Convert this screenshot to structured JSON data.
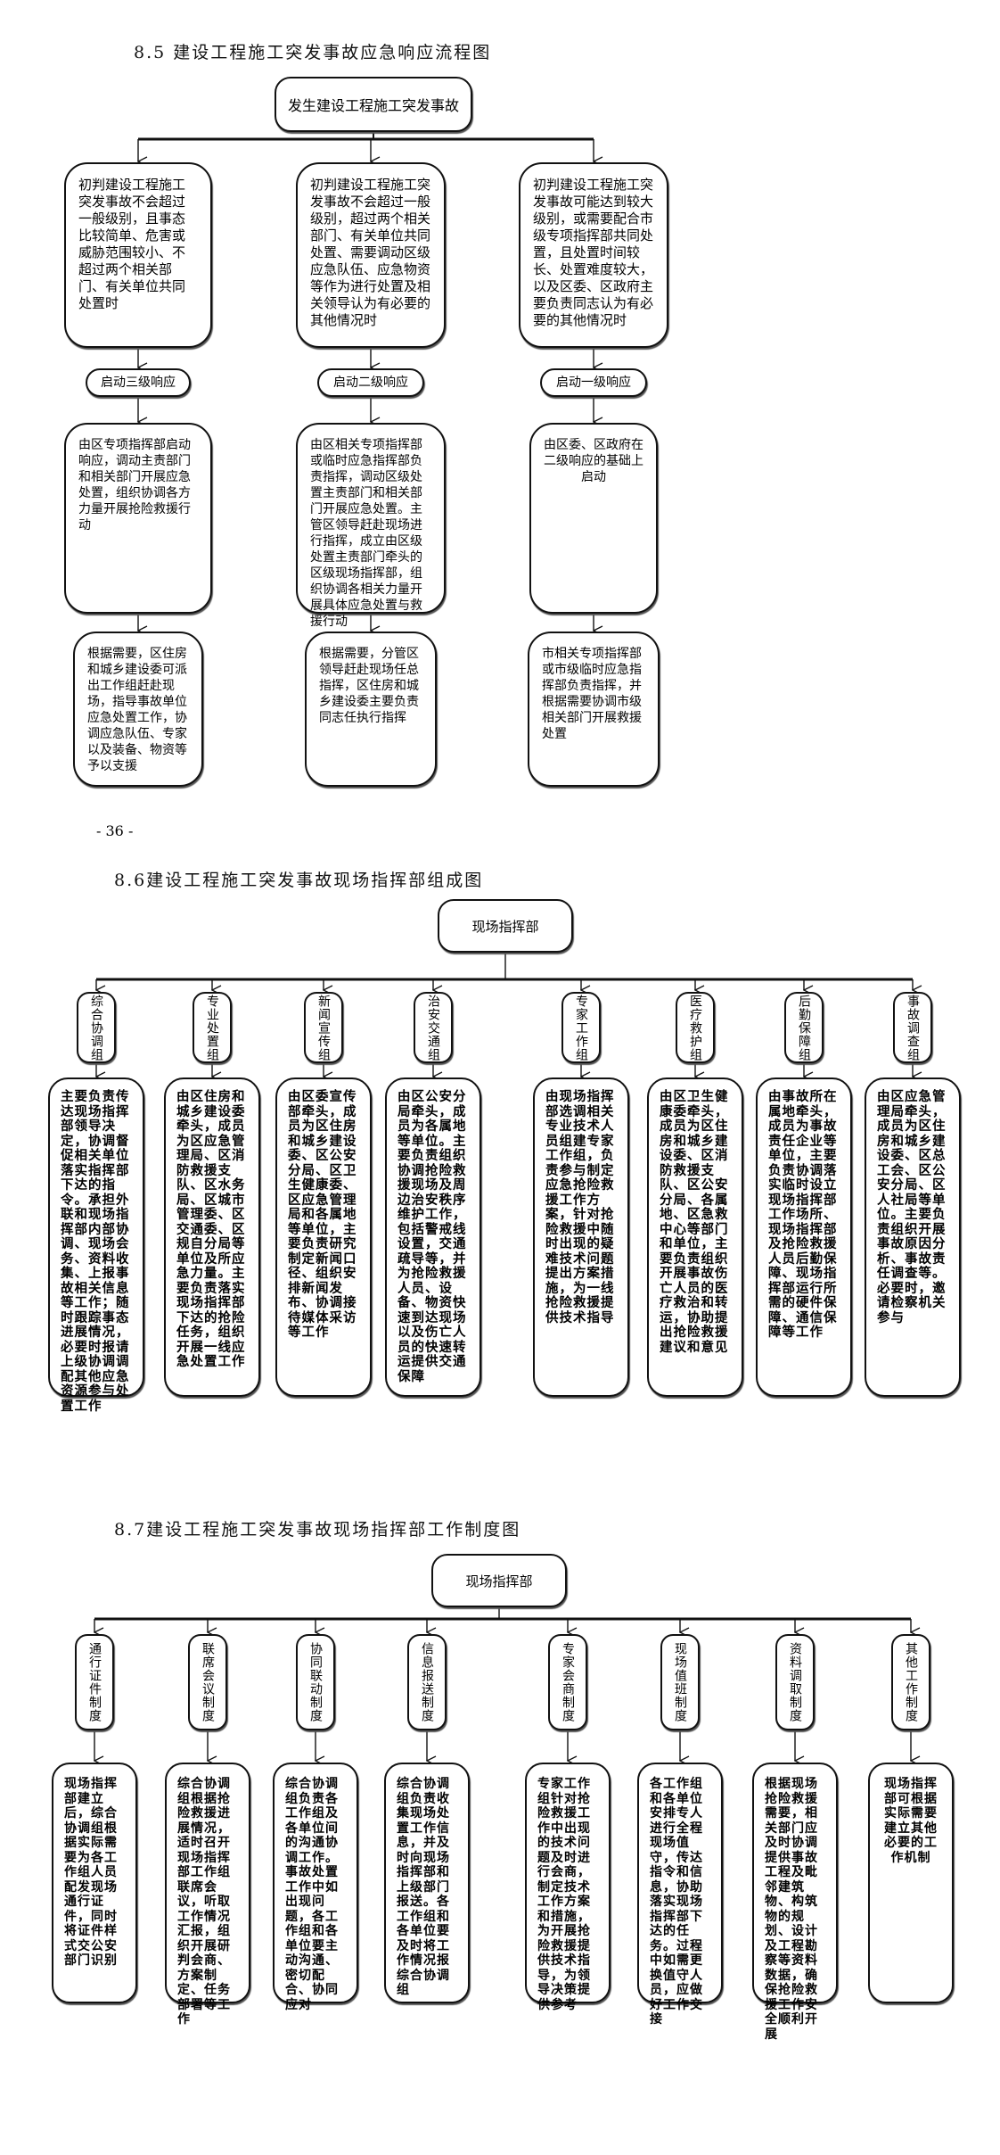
{
  "section_85": {
    "title": "8.5 建设工程施工突发事故应急响应流程图",
    "root": "发生建设工程施工突发事故",
    "columns": [
      {
        "judgement": "初判建设工程施工突发事故不会超过一般级别，且事态比较简单、危害或威胁范围较小、不超过两个相关部门、有关单位共同处置时",
        "level": "启动三级响应",
        "action": "由区专项指挥部启动响应，调动主责部门和相关部门开展应急处置，组织协调各方力量开展抢险救援行动",
        "support": "根据需要，区住房和城乡建设委可派出工作组赶赴现场，指导事故单位应急处置工作，协调应急队伍、专家以及装备、物资等予以支援"
      },
      {
        "judgement": "初判建设工程施工突发事故不会超过一般级别，超过两个相关部门、有关单位共同处置、需要调动区级应急队伍、应急物资等作为进行处置及相关领导认为有必要的其他情况时",
        "level": "启动二级响应",
        "action": "由区相关专项指挥部或临时应急指挥部负责指挥，调动区级处置主责部门和相关部门开展应急处置。主管区领导赶赴现场进行指挥，成立由区级处置主责部门牵头的区级现场指挥部，组织协调各相关力量开展具体应急处置与救援行动",
        "support": "根据需要，分管区领导赶赴现场任总指挥，区住房和城乡建设委主要负责同志任执行指挥"
      },
      {
        "judgement": "初判建设工程施工突发事故可能达到较大级别，或需要配合市级专项指挥部共同处置，且处置时间较长、处置难度较大，以及区委、区政府主要负责同志认为有必要的其他情况时",
        "level": "启动一级响应",
        "action": "由区委、区政府在二级响应的基础上启动",
        "support": "市相关专项指挥部或市级临时应急指挥部负责指挥，并根据需要协调市级相关部门开展救援处置"
      }
    ]
  },
  "page_number": "- 36 -",
  "section_86": {
    "title": "8.6建设工程施工突发事故现场指挥部组成图",
    "root": "现场指挥部",
    "groups": [
      {
        "name": "综合协调组",
        "desc": "主要负责传达现场指挥部领导决定，协调督促相关单位落实指挥部下达的指令。承担外联和现场指挥部内部协调、现场会务、资料收集、上报事故相关信息等工作；随时跟踪事态进展情况，必要时报请上级协调调配其他应急资源参与处置工作"
      },
      {
        "name": "专业处置组",
        "desc": "由区住房和城乡建设委牵头，成员为区应急管理局、区消防救援支队、区水务局、区城市管理委、区交通委、区规自分局等单位及所应急力量。主要负责落实现场指挥部下达的抢险任务，组织开展一线应急处置工作"
      },
      {
        "name": "新闻宣传组",
        "desc": "由区委宣传部牵头，成员为区住房和城乡建设委、区公安分局、区卫生健康委、区应急管理局和各属地等单位，主要负责研究制定新闻口径、组织安排新闻发布、协调接待媒体采访等工作"
      },
      {
        "name": "治安交通组",
        "desc": "由区公安分局牵头，成员为各属地等单位。主要负责组织协调抢险救援现场及周边治安秩序维护工作，包括警戒线设置，交通疏导等，并为抢险救援人员、设备、物资快速到达现场以及伤亡人员的快速转运提供交通保障"
      },
      {
        "name": "专家工作组",
        "desc": "由现场指挥部选调相关专业技术人员组建专家工作组，负责参与制定应急抢险救援工作方案，针对抢险救援中随时出现的疑难技术问题提出方案措施，为一线抢险救援提供技术指导"
      },
      {
        "name": "医疗救护组",
        "desc": "由区卫生健康委牵头，成员为区住房和城乡建设委、区消防救援支队、区公安分局、各属地、区急救中心等部门和单位，主要负责组织开展事故伤亡人员的医疗救治和转运，协助提出抢险救援建议和意见"
      },
      {
        "name": "后勤保障组",
        "desc": "由事故所在属地牵头，成员为事故责任企业等单位，主要负责协调落实临时设立现场指挥部工作场所、现场指挥部及抢险救援人员后勤保障、现场指挥部运行所需的硬件保障、通信保障等工作"
      },
      {
        "name": "事故调查组",
        "desc": "由区应急管理局牵头，成员为区住房和城乡建设委、区总工会、区公安分局、区人社局等单位。主要负责组织开展事故原因分析、事故责任调查等。必要时，邀请检察机关参与"
      }
    ]
  },
  "section_87": {
    "title": "8.7建设工程施工突发事故现场指挥部工作制度图",
    "root": "现场指挥部",
    "systems": [
      {
        "name": "通行证件制度",
        "desc": "现场指挥部建立后，综合协调组根据实际需要为各工作组人员配发现场通行证件，同时将证件样式交公安部门识别"
      },
      {
        "name": "联席会议制度",
        "desc": "综合协调组根据抢险救援进展情况，适时召开现场指挥部工作组联席会议，听取工作情况汇报，组织开展研判会商、方案制定、任务部署等工作"
      },
      {
        "name": "协同联动制度",
        "desc": "综合协调组负责各工作组及各单位间的沟通协调工作。事故处置工作中如出现问题，各工作组和各单位要主动沟通、密切配合、协同应对"
      },
      {
        "name": "信息报送制度",
        "desc": "综合协调组负责收集现场处置工作信息，并及时向现场指挥部和上级部门报送。各工作组和各单位要及时将工作情况报综合协调组"
      },
      {
        "name": "专家会商制度",
        "desc": "专家工作组针对抢险救援工作中出现的技术问题及时进行会商，制定技术工作方案和措施，为开展抢险救援提供技术指导，为领导决策提供参考"
      },
      {
        "name": "现场值班制度",
        "desc": "各工作组和各单位安排专人进行全程现场值守，传达指令和信息，协助落实现场指挥部下达的任务。过程中如需更换值守人员，应做好工作交接"
      },
      {
        "name": "资料调取制度",
        "desc": "根据现场抢险救援需要，相关部门应及时协调提供事故工程及毗邻建筑物、构筑物的规划、设计及工程勘察等资料数据，确保抢险救援工作安全顺利开展"
      },
      {
        "name": "其他工作制度",
        "desc": "现场指挥部可根据实际需要建立其他必要的工作机制"
      }
    ]
  }
}
